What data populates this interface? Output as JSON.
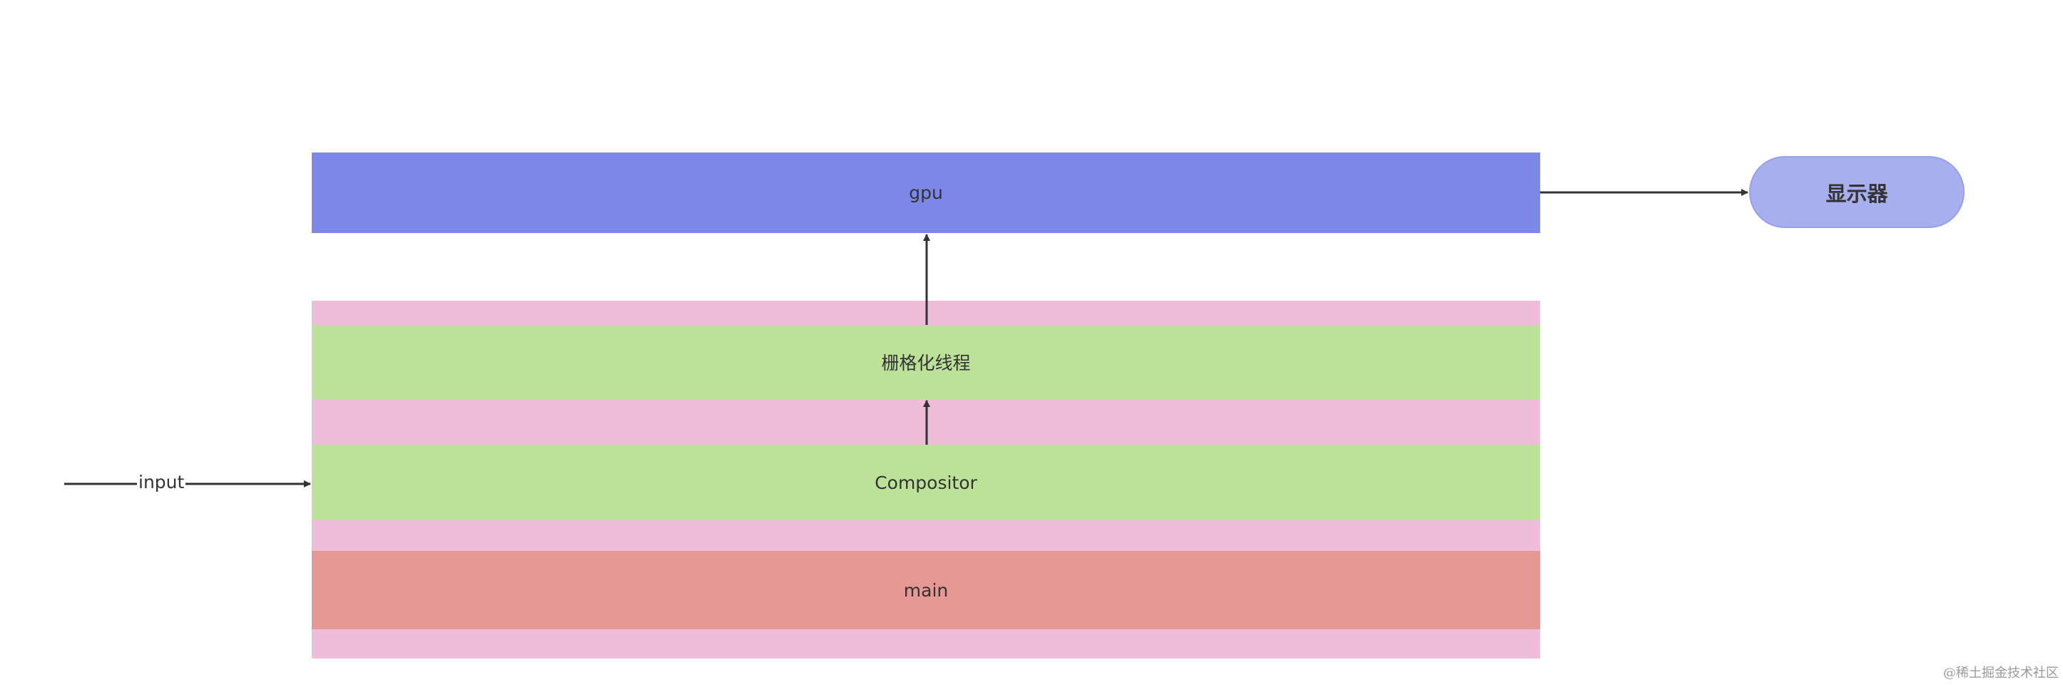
{
  "diagram": {
    "nodes": {
      "gpu": "gpu",
      "raster_thread": "栅格化线程",
      "compositor": "Compositor",
      "main": "main",
      "display": "显示器"
    },
    "edges": {
      "input_label": "input"
    },
    "colors": {
      "gpu": "#7b88e7",
      "process_background": "#edbdd9",
      "thread": "#bce198",
      "main": "#e59894",
      "display": "#a7afee",
      "arrow": "#333333"
    }
  },
  "watermark": "@稀土掘金技术社区"
}
